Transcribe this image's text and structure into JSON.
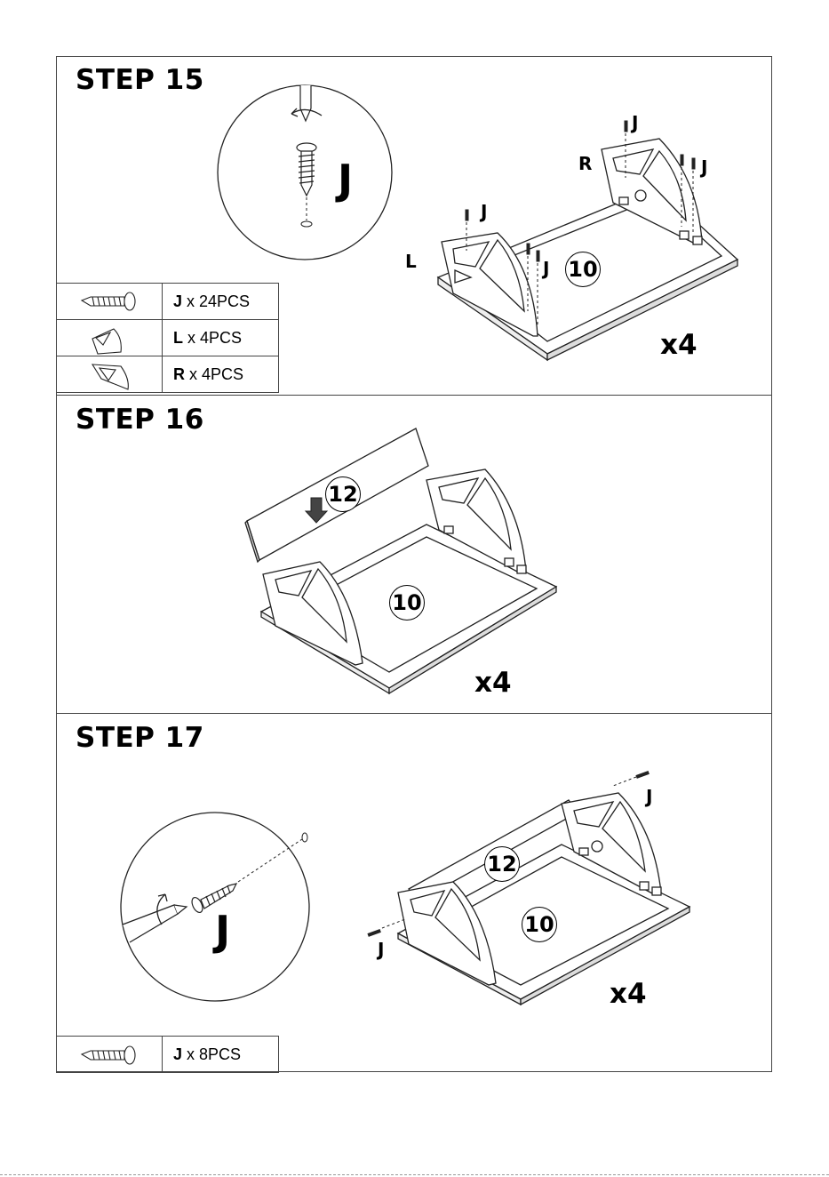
{
  "steps": [
    {
      "title": "STEP 15",
      "detail_letter": "J",
      "labels": {
        "j": "J",
        "l": "L",
        "r": "R"
      },
      "callout": "10",
      "multiplier": "x4",
      "parts": [
        {
          "code": "J",
          "qty": "x 24PCS",
          "icon": "screw-icon"
        },
        {
          "code": "L",
          "qty": "x 4PCS",
          "icon": "left-bracket-icon"
        },
        {
          "code": "R",
          "qty": "x 4PCS",
          "icon": "right-bracket-icon"
        }
      ]
    },
    {
      "title": "STEP 16",
      "callouts": [
        "12",
        "10"
      ],
      "multiplier": "x4"
    },
    {
      "title": "STEP 17",
      "detail_letter": "J",
      "labels": {
        "j": "J"
      },
      "callouts": [
        "12",
        "10"
      ],
      "multiplier": "x4",
      "parts": [
        {
          "code": "J",
          "qty": "x 8PCS",
          "icon": "screw-icon"
        }
      ]
    }
  ]
}
